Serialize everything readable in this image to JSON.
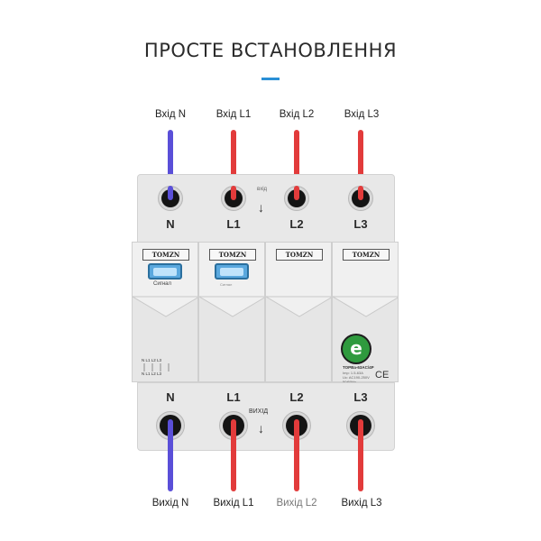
{
  "title": "ПРОСТЕ ВСТАНОВЛЕННЯ",
  "accent_color": "#2a8fd6",
  "inputs": {
    "caption": "вхід",
    "labels": [
      "Вхід N",
      "Вхід L1",
      "Вхід L2",
      "Вхід L3"
    ],
    "terminals": [
      "N",
      "L1",
      "L2",
      "L3"
    ]
  },
  "outputs": {
    "caption": "ВИХІД",
    "labels": [
      "Вихід N",
      "Вихід L1",
      "Вихід L2",
      "Вихід L3"
    ],
    "terminals": [
      "N",
      "L1",
      "L2",
      "L3"
    ]
  },
  "wire_colors": {
    "neutral": "#5a4fd8",
    "phase": "#e23b3b"
  },
  "device": {
    "brand": "TOMZN",
    "signal_label": "Сигнал",
    "badge_letter": "e",
    "badge_color": "#2f9a3e",
    "ce_mark": "CE",
    "model_text": "TOPBa-63AC/4P",
    "spec_lines": [
      "Imp: 1.5-63A",
      "Uc: AC190-250V",
      "50/60Hz"
    ],
    "wiring_top": "N L1 L2 L3",
    "wiring_bottom": "N L1 L2 L3"
  }
}
